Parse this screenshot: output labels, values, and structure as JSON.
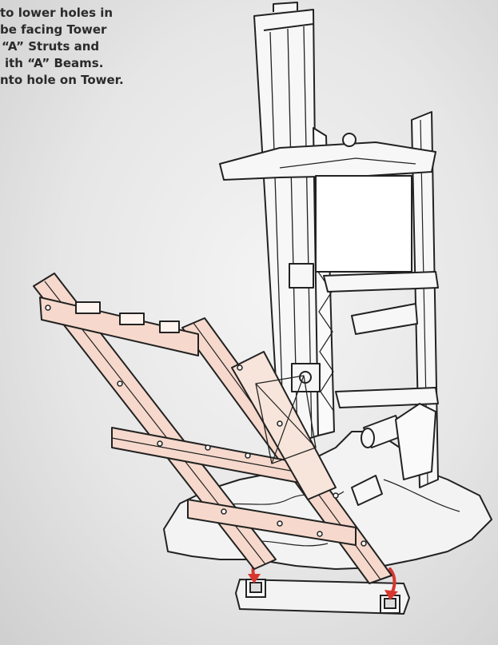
{
  "instructions": {
    "lines": [
      "to lower holes in",
      "be facing Tower",
      "“A” Struts and",
      "ith “A” Beams.",
      "nto hole on Tower."
    ]
  },
  "colors": {
    "tower_fill": "#f7f7f7",
    "frame_fill": "#f6d9cc",
    "outline": "#222222",
    "rock_fill": "#f3f3f3",
    "arrow": "#d8372f"
  },
  "icons": [
    "tower-illustration",
    "a-frame-illustration",
    "rock-base-illustration",
    "placement-arrow-icon",
    "peg-block-icon"
  ]
}
